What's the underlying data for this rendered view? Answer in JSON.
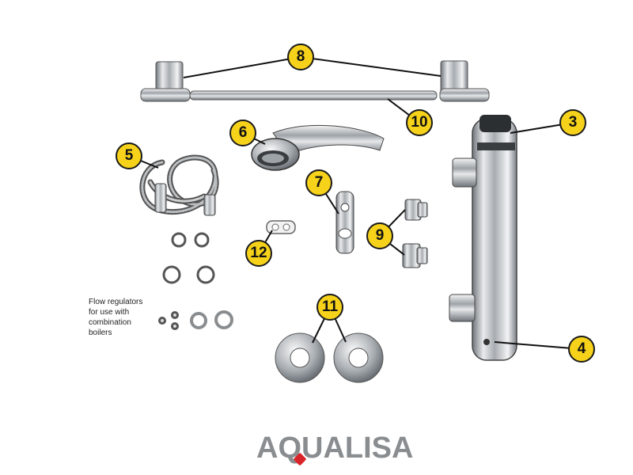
{
  "callouts": {
    "c3": "3",
    "c4": "4",
    "c5": "5",
    "c6": "6",
    "c7": "7",
    "c8": "8",
    "c9": "9",
    "c10": "10",
    "c11": "11",
    "c12": "12"
  },
  "note": "Flow regulators\nfor use with\ncombination\nboilers",
  "logo": {
    "pre": "A",
    "q": "Q",
    "post": "UALISA",
    "accent": "#d9252a",
    "grey": "#8a8d90"
  },
  "colors": {
    "callout_fill": "#f6d21a",
    "callout_border": "#1a1a1a",
    "chrome": "#b8bcc0"
  }
}
